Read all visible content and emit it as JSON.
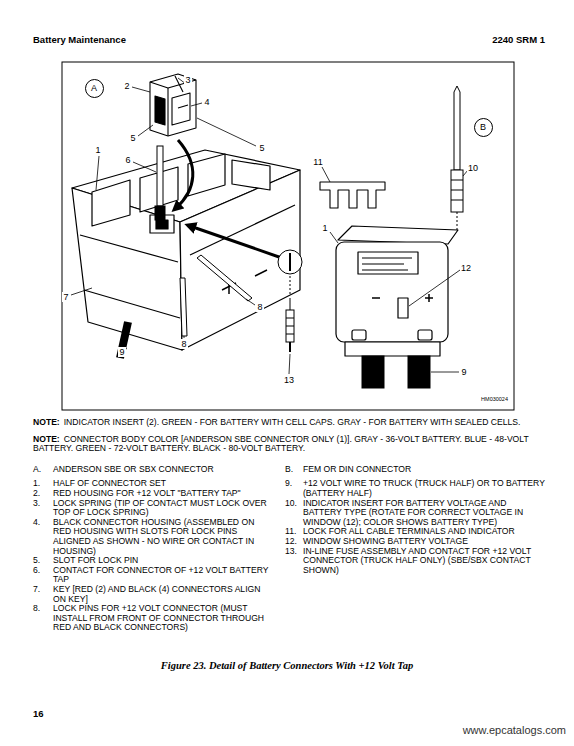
{
  "diagram": {
    "title": "Battery Maintenance",
    "caption": "Figure 23. Detail of Battery Connectors With +12 Volt Tap",
    "nodes": [
      {
        "text": [
          "A"
        ]
      },
      {
        "text": [
          "B"
        ]
      }
    ],
    "labels": [
      "2240 SRM 1",
      "2",
      "3",
      "4",
      "1",
      "6",
      "5",
      "5",
      "7",
      "8",
      "8",
      "9",
      "11",
      "10",
      "1",
      "12",
      "9",
      "13",
      "HM030024",
      "NOTE:",
      "INDICATOR INSERT (2). GREEN - FOR BATTERY WITH CELL CAPS. GRAY - FOR BATTERY WITH SEALED CELLS.",
      "NOTE:",
      "CONNECTOR BODY COLOR [ANDERSON SBE CONNECTOR ONLY (1)]. GRAY - 36-VOLT BATTERY. BLUE - 48-VOLT BATTERY. GREEN - 72-VOLT BATTERY. BLACK - 80-VOLT BATTERY.",
      "A.",
      "ANDERSON SBE OR SBX CONNECTOR",
      "B.",
      "FEM OR DIN CONNECTOR",
      "1.",
      "HALF OF CONNECTOR SET",
      "2.",
      "RED HOUSING FOR +12 VOLT \"BATTERY TAP\"",
      "3.",
      "LOCK SPRING (TIP OF CONTACT MUST LOCK OVER TOP OF LOCK SPRING)",
      "4.",
      "BLACK CONNECTOR HOUSING (ASSEMBLED ON RED HOUSING WITH SLOTS FOR LOCK PINS ALIGNED AS SHOWN - NO WIRE OR CONTACT IN HOUSING)",
      "5.",
      "SLOT FOR LOCK PIN",
      "6.",
      "CONTACT FOR CONNECTOR OF +12 VOLT BATTERY TAP",
      "7.",
      "KEY [RED (2) AND BLACK (4) CONNECTORS ALIGN ON KEY]",
      "8.",
      "LOCK PINS FOR +12 VOLT CONNECTOR (MUST INSTALL FROM FRONT OF CONNECTOR THROUGH RED AND BLACK CONNECTORS)",
      "9.",
      "+12 VOLT WIRE TO TRUCK (TRUCK HALF) OR TO BATTERY (BATTERY HALF)",
      "10.",
      "INDICATOR INSERT FOR BATTERY VOLTAGE AND BATTERY TYPE (ROTATE FOR CORRECT VOLTAGE IN WINDOW (12); COLOR SHOWS BATTERY TYPE)",
      "11.",
      "LOCK FOR ALL CABLE TERMINALS AND INDICATOR",
      "12.",
      "WINDOW SHOWING BATTERY VOLTAGE",
      "13.",
      "IN-LINE FUSE ASSEMBLY AND CONTACT FOR +12 VOLT CONNECTOR (TRUCK HALF ONLY) (SBE/SBX CONTACT SHOWN)",
      "16",
      "www.epcatalogs.com"
    ]
  }
}
